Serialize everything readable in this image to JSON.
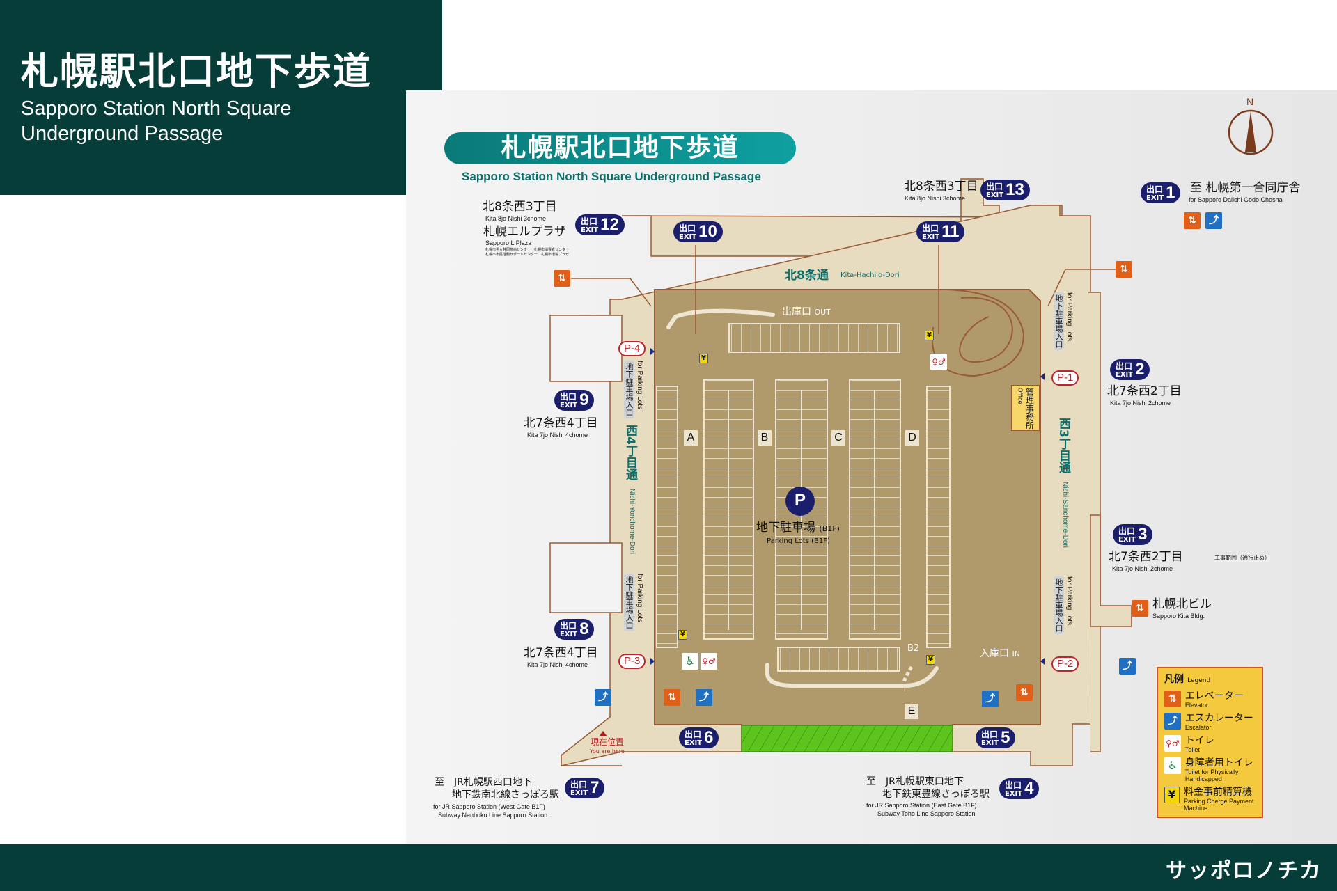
{
  "header": {
    "title_ja": "札幌駅北口地下歩道",
    "title_en_line1": "Sapporo Station North Square",
    "title_en_line2": "Underground Passage"
  },
  "map": {
    "title_ja": "札幌駅北口地下歩道",
    "title_en": "Sapporo Station North Square Underground Passage",
    "compass": "N",
    "exit_ja": "出口",
    "exit_en": "EXIT",
    "exits": {
      "e1": "1",
      "e2": "2",
      "e3": "3",
      "e4": "4",
      "e5": "5",
      "e6": "6",
      "e7": "7",
      "e8": "8",
      "e9": "9",
      "e10": "10",
      "e11": "11",
      "e12": "12",
      "e13": "13"
    },
    "places": {
      "n8w3_left_ja": "北8条西3丁目",
      "n8w3_left_en": "Kita 8jo Nishi 3chome",
      "lplaza_ja": "札幌エルプラザ",
      "lplaza_en": "Sapporo L Plaza",
      "lplaza_small1": "札幌市男女共同参画センター　札幌市消費者センター",
      "lplaza_small2": "札幌市市民活動サポートセンター　札幌市環境プラザ",
      "n8w3_right_ja": "北8条西3丁目",
      "n8w3_right_en": "Kita 8jo Nishi 3chome",
      "exit1_dest_ja": "至 札幌第一合同庁舎",
      "exit1_dest_en": "for Sapporo Daiichi Godo Chosha",
      "exit9_ja": "北7条西4丁目",
      "exit9_en": "Kita 7jo Nishi 4chome",
      "exit8_ja": "北7条西4丁目",
      "exit8_en": "Kita 7jo Nishi 4chome",
      "exit2_ja": "北7条西2丁目",
      "exit2_en": "Kita 7jo Nishi 2chome",
      "exit3_ja": "北7条西2丁目",
      "exit3_en": "Kita 7jo Nishi 2chome",
      "construction": "工事範囲（通行止め）",
      "kitabldg_ja": "札幌北ビル",
      "kitabldg_en": "Sapporo Kita Bldg.",
      "exit7_ja1": "至　JR札幌駅西口地下",
      "exit7_ja2": "地下鉄南北線さっぽろ駅",
      "exit7_en1": "for JR Sapporo Station (West Gate B1F)",
      "exit7_en2": "Subway Nanboku Line Sapporo Station",
      "exit4_ja1": "至　JR札幌駅東口地下",
      "exit4_ja2": "地下鉄東豊線さっぽろ駅",
      "exit4_en1": "for JR Sapporo Station (East Gate B1F)",
      "exit4_en2": "Subway Toho Line Sapporo Station",
      "here_ja": "現在位置",
      "here_en": "You are here"
    },
    "streets": {
      "kita8_ja": "北8条通",
      "kita8_en": "Kita-Hachijo-Dori",
      "nishi4_ja": "西4丁目通",
      "nishi4_en": "Nishi-Yonchome-Dori",
      "nishi3_ja": "西3丁目通",
      "nishi3_en": "Nishi-Sanchome-Dori"
    },
    "parking": {
      "entrances": {
        "p1": "P-1",
        "p2": "P-2",
        "p3": "P-3",
        "p4": "P-4"
      },
      "entrance_ja": "地下駐車場入口",
      "entrance_en": "for Parking Lots",
      "sections": [
        "A",
        "B",
        "C",
        "D",
        "E"
      ],
      "symbol": "P",
      "name_ja": "地下駐車場",
      "name_floor": "(B1F)",
      "name_en": "Parking Lots (B1F)",
      "out_ja": "出庫口",
      "out_en": "OUT",
      "in_ja": "入庫口",
      "in_en": "IN",
      "b2": "B2",
      "office_ja": "管理事務所",
      "office_en": "Office"
    },
    "legend": {
      "title_ja": "凡例",
      "title_en": "Legend",
      "items": [
        {
          "ja": "エレベーター",
          "en": "Elevator",
          "icon": "elevator-icon"
        },
        {
          "ja": "エスカレーター",
          "en": "Escalator",
          "icon": "escalator-icon"
        },
        {
          "ja": "トイレ",
          "en": "Toilet",
          "icon": "toilet-icon"
        },
        {
          "ja": "身障者用トイレ",
          "en": "Toilet for Physically Handicapped",
          "icon": "wheelchair-icon"
        },
        {
          "ja": "料金事前精算機",
          "en": "Parking Cherge Payment Machine",
          "icon": "yen-icon"
        }
      ]
    },
    "colors": {
      "header_bg": "#063d38",
      "exit_badge": "#1b1f6b",
      "elevator": "#e0601a",
      "escalator": "#1f6fc2",
      "parking_floor": "#b09a6c",
      "corridor": "#e8dcc0",
      "legend_bg": "#f5c93d",
      "green_zone": "#5cc41c"
    }
  },
  "footer": {
    "brand": "サッポロノチカ"
  }
}
